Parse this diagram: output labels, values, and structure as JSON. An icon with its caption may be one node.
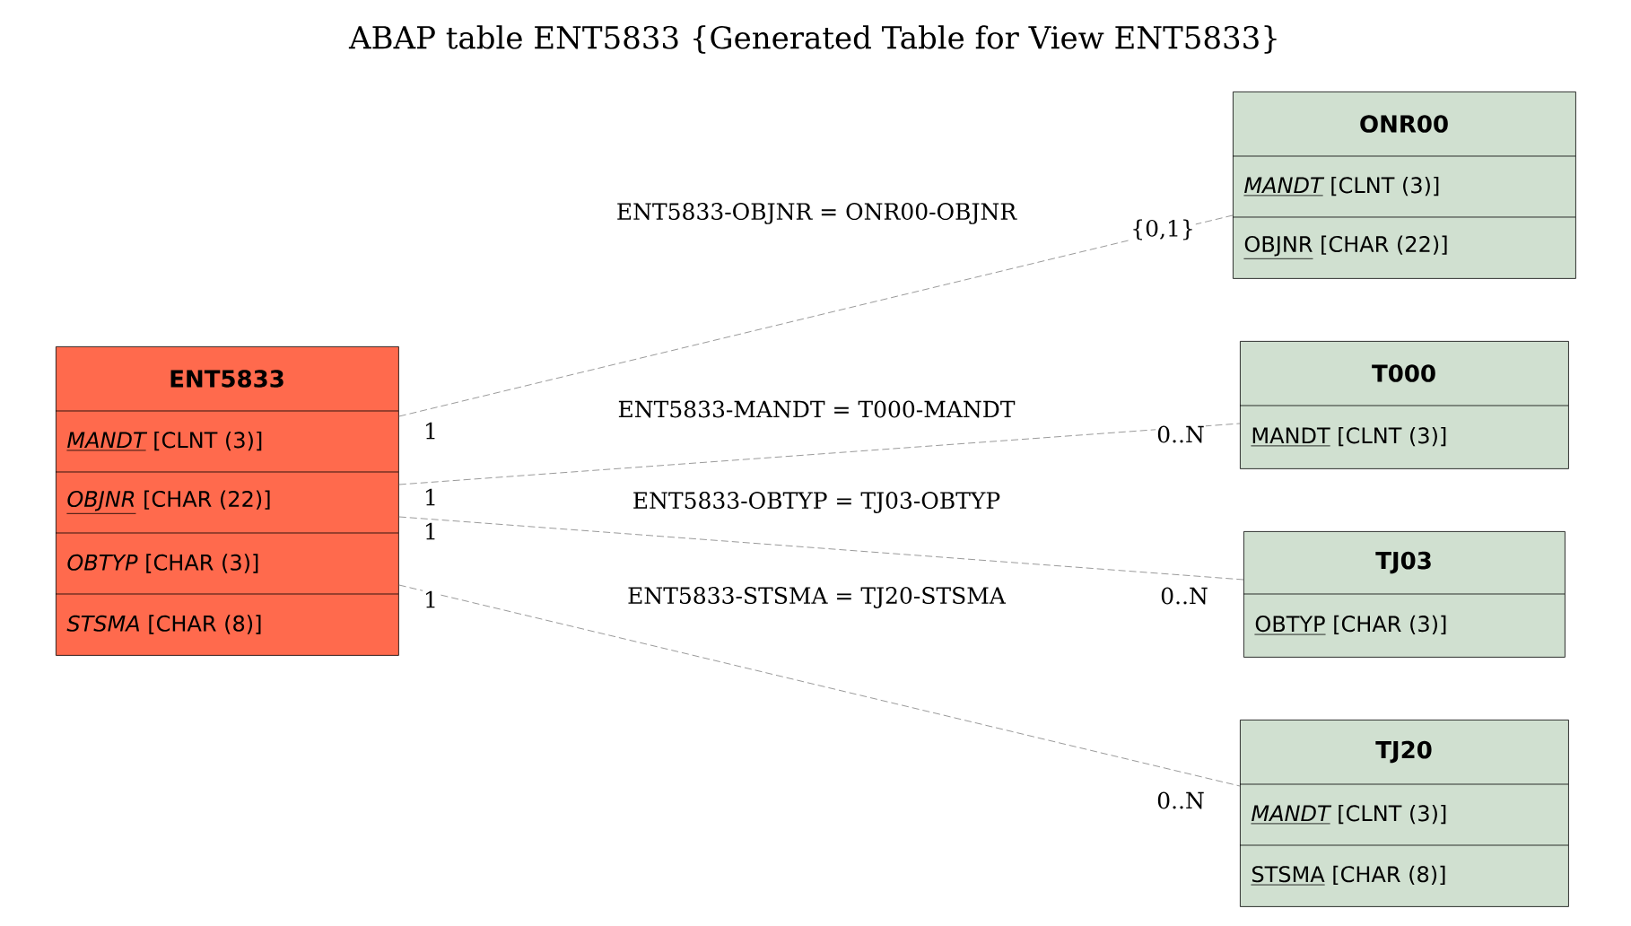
{
  "diagram": {
    "title": "ABAP table ENT5833 {Generated Table for View ENT5833}",
    "nodes": [
      {
        "text": [
          "ENT5833",
          "MANDT",
          "[CLNT (3)]",
          "OBJNR",
          "[CHAR (22)]",
          "OBTYP",
          "[CHAR (3)]",
          "STSMA",
          "[CHAR (8)]"
        ]
      },
      {
        "text": [
          "ONR00",
          "MANDT",
          "[CLNT (3)]",
          "OBJNR",
          "[CHAR (22)]"
        ]
      },
      {
        "text": [
          "T000",
          "MANDT",
          "[CLNT (3)]"
        ]
      },
      {
        "text": [
          "TJ03",
          "OBTYP",
          "[CHAR (3)]"
        ]
      },
      {
        "text": [
          "TJ20",
          "MANDT",
          "[CLNT (3)]",
          "STSMA",
          "[CHAR (8)]"
        ]
      }
    ],
    "edges": [
      {
        "from": 0,
        "to": 1,
        "arrow": "none",
        "style": "dashed",
        "label": "ENT5833-OBJNR = ONR00-OBJNR"
      },
      {
        "from": 0,
        "to": 2,
        "arrow": "none",
        "style": "dashed",
        "label": "ENT5833-MANDT = T000-MANDT"
      },
      {
        "from": 0,
        "to": 3,
        "arrow": "none",
        "style": "dashed",
        "label": "ENT5833-OBTYP = TJ03-OBTYP"
      },
      {
        "from": 0,
        "to": 4,
        "arrow": "none",
        "style": "dashed",
        "label": "ENT5833-STSMA = TJ20-STSMA"
      }
    ],
    "labels": [
      "1",
      "{0,1}",
      "1",
      "0..N",
      "1",
      "0..N",
      "1",
      "0..N"
    ]
  }
}
